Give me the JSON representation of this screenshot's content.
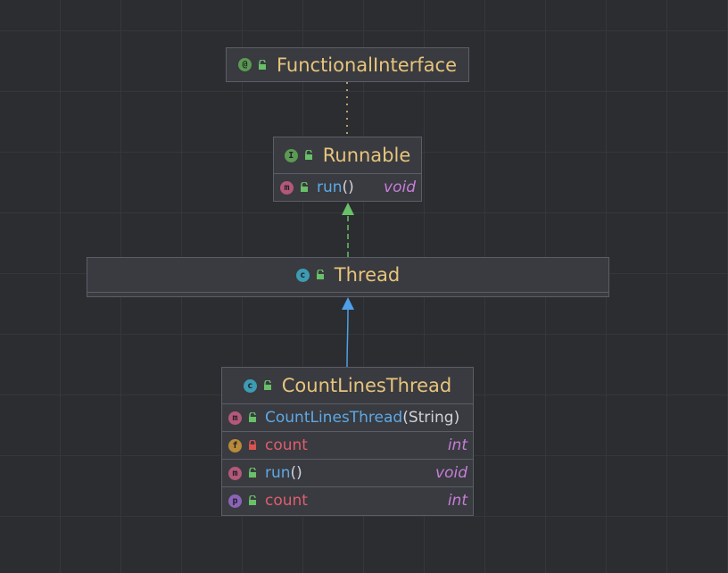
{
  "diagram": {
    "colors": {
      "background": "#2b2d30",
      "node_fill": "#393b40",
      "node_border": "#5b5e66",
      "class_name": "#e8c47c",
      "method_name": "#5ea8e6",
      "field_name": "#e05d6f",
      "return_type": "#c77dd9",
      "implements_arrow": "#6abf69",
      "extends_arrow": "#4f9ee8",
      "annotation_link": "#b8a06a"
    },
    "nodes": {
      "functional_interface": {
        "name": "FunctionalInterface",
        "kind_icon": "annotation-icon",
        "kind_letter": "@",
        "visibility_icon": "unlock-icon",
        "members": []
      },
      "runnable": {
        "name": "Runnable",
        "kind_icon": "interface-icon",
        "kind_letter": "I",
        "visibility_icon": "unlock-icon",
        "members": [
          {
            "kind_letter": "m",
            "icon": "abstract-method-icon",
            "name": "run",
            "params": "()",
            "type": "void"
          }
        ]
      },
      "thread": {
        "name": "Thread",
        "kind_icon": "class-icon",
        "kind_letter": "c",
        "visibility_icon": "unlock-icon",
        "members": []
      },
      "count_lines_thread": {
        "name": "CountLinesThread",
        "kind_icon": "class-icon",
        "kind_letter": "c",
        "visibility_icon": "unlock-icon",
        "members": [
          {
            "kind_letter": "m",
            "icon": "method-icon",
            "name": "CountLinesThread",
            "params": "(String)",
            "type": "",
            "visibility_icon": "unlock-icon"
          },
          {
            "kind_letter": "f",
            "icon": "field-icon",
            "name": "count",
            "params": "",
            "type": "int",
            "visibility_icon": "lock-icon"
          },
          {
            "kind_letter": "m",
            "icon": "method-icon",
            "name": "run",
            "params": "()",
            "type": "void",
            "visibility_icon": "unlock-icon"
          },
          {
            "kind_letter": "p",
            "icon": "property-icon",
            "name": "count",
            "params": "",
            "type": "int",
            "visibility_icon": "unlock-icon"
          }
        ]
      }
    },
    "edges": [
      {
        "from": "runnable",
        "to": "functional_interface",
        "kind": "annotated-by",
        "style": "dotted"
      },
      {
        "from": "thread",
        "to": "runnable",
        "kind": "implements",
        "style": "dashed"
      },
      {
        "from": "count_lines_thread",
        "to": "thread",
        "kind": "extends",
        "style": "solid"
      }
    ]
  }
}
